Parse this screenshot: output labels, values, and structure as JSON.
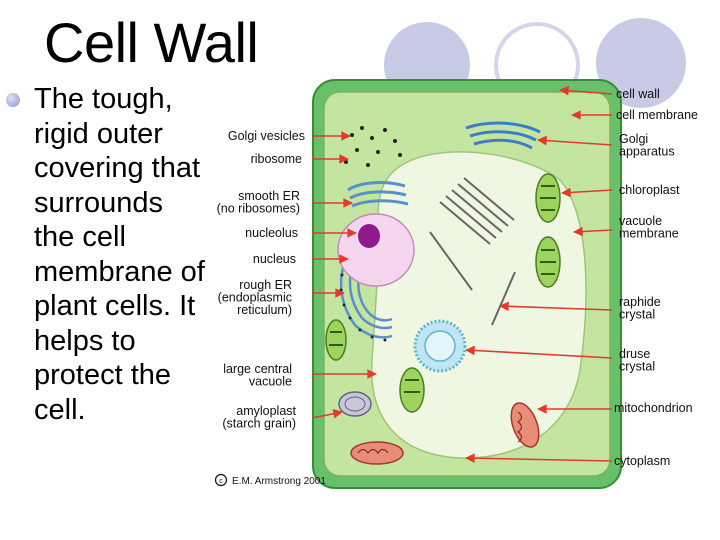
{
  "slide": {
    "title": "Cell Wall",
    "body": "The tough, rigid outer covering that surrounds the cell membrane of plant cells.  It helps to protect the cell."
  },
  "diagram": {
    "labels_left": [
      [
        "Golgi vesicles"
      ],
      [
        "ribosome"
      ],
      [
        "smooth ER",
        "(no ribosomes)"
      ],
      [
        "nucleolus"
      ],
      [
        "nucleus"
      ],
      [
        "rough ER",
        "(endoplasmic",
        "reticulum)"
      ],
      [
        "large central",
        "vacuole"
      ],
      [
        "amyloplast",
        "(starch grain)"
      ]
    ],
    "labels_right": [
      [
        "cell wall"
      ],
      [
        "cell membrane"
      ],
      [
        "Golgi",
        "apparatus"
      ],
      [
        "chloroplast"
      ],
      [
        "vacuole",
        "membrane"
      ],
      [
        "raphide",
        "crystal"
      ],
      [
        "druse",
        "crystal"
      ],
      [
        "mitochondrion"
      ],
      [
        "cytoplasm"
      ]
    ],
    "credit": "E.M. Armstrong 2001",
    "colors": {
      "cell_wall": "#68c06a",
      "cytoplasm": "#c3e5a0",
      "vacuole": "#eff7e2",
      "nucleus": "#f6d5ef",
      "nucleolus": "#8e1a8e",
      "er": "#8fc0e6",
      "chloroplast": "#5a9a2a",
      "mitochondrion": "#d86a6a",
      "arrow": "#e23b2b",
      "bullet": "#a7abd6",
      "decoration": "#c9cbe6"
    }
  }
}
